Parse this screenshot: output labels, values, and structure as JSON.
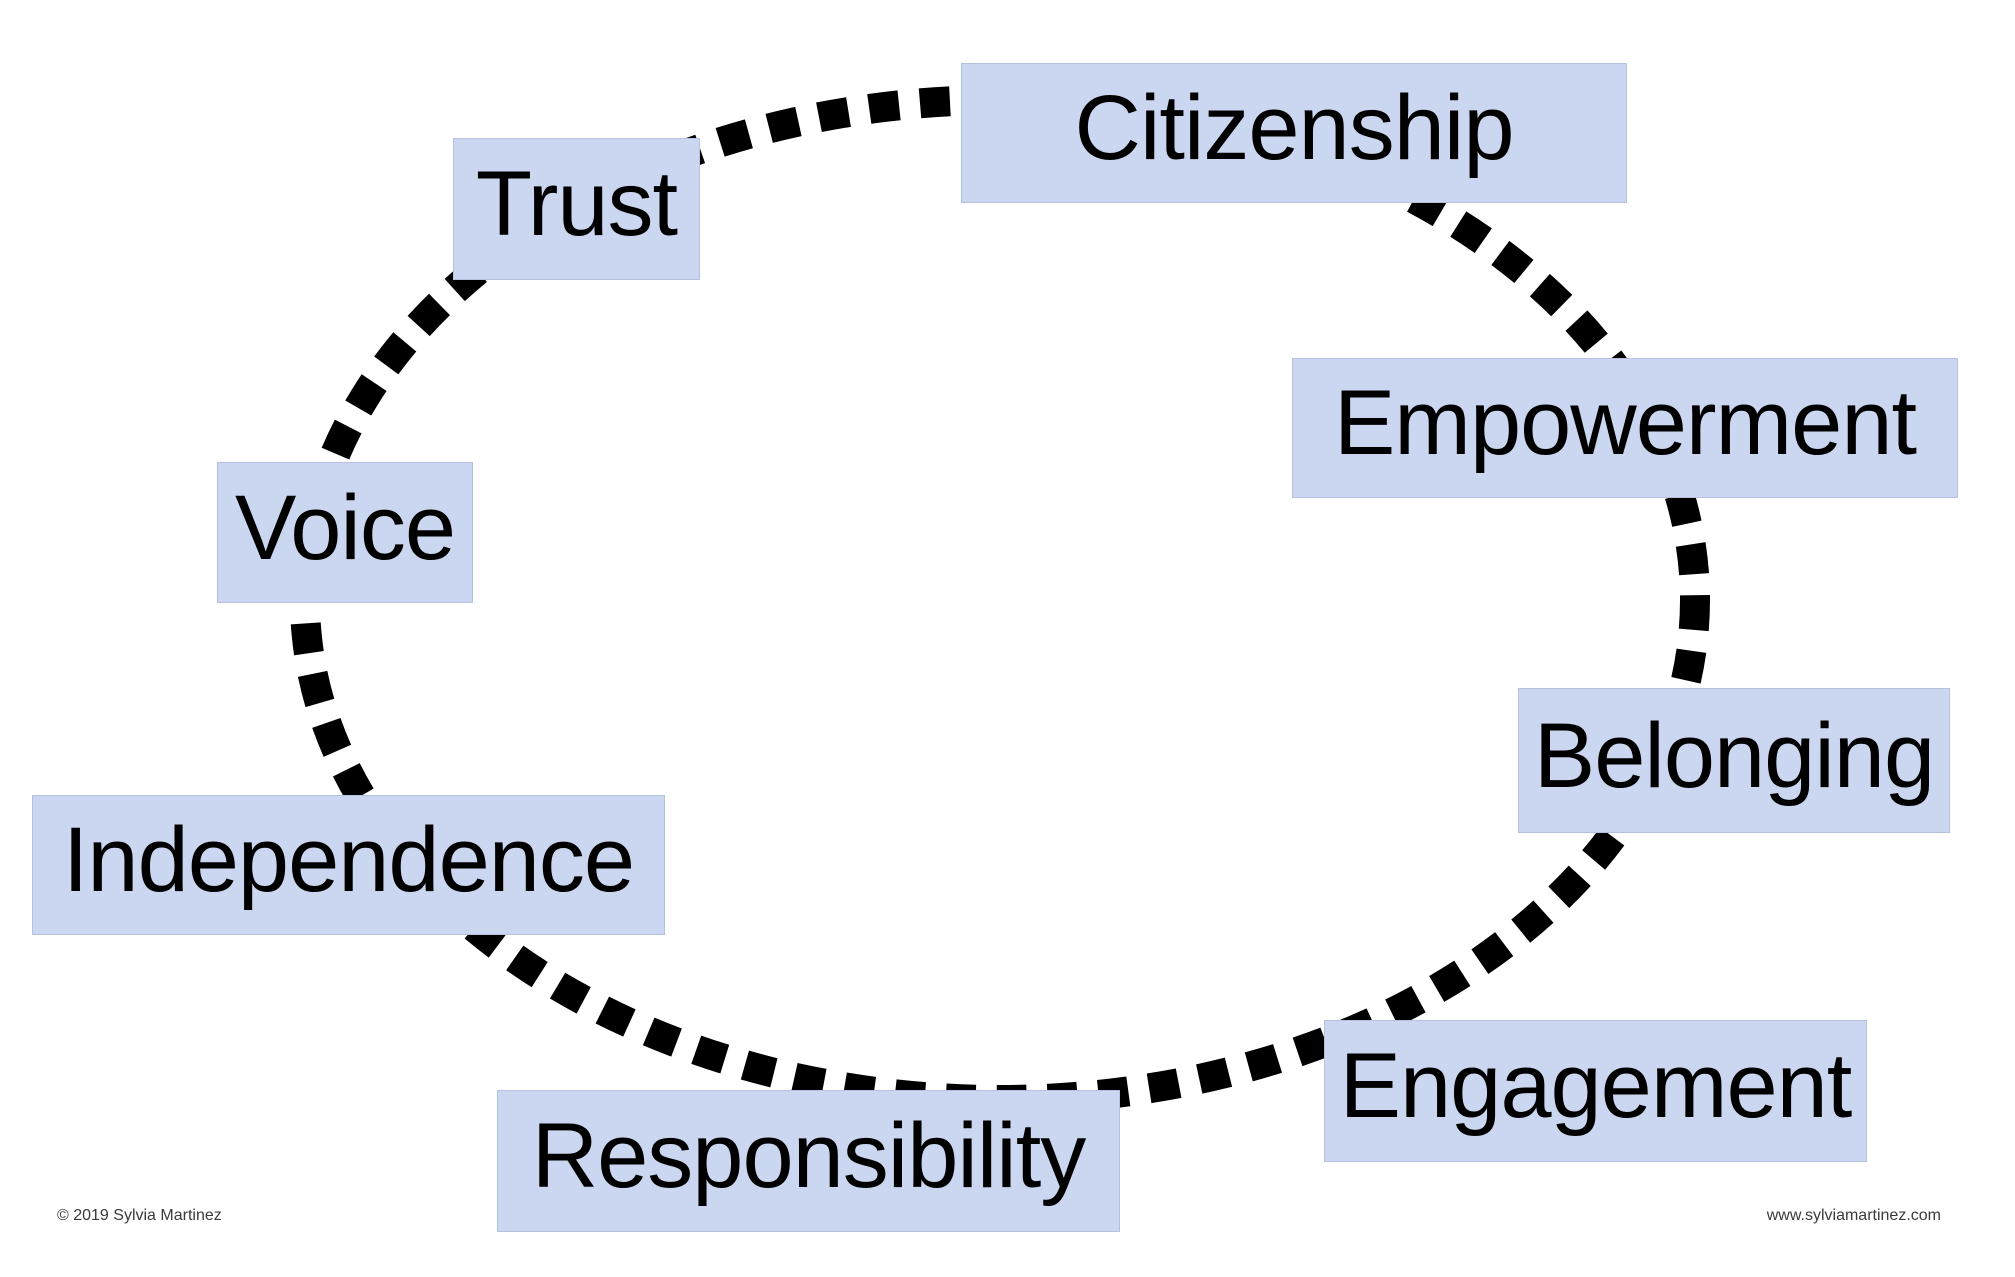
{
  "diagram": {
    "type": "cycle",
    "concepts": [
      {
        "id": "citizenship",
        "label": "Citizenship"
      },
      {
        "id": "trust",
        "label": "Trust"
      },
      {
        "id": "empowerment",
        "label": "Empowerment"
      },
      {
        "id": "voice",
        "label": "Voice"
      },
      {
        "id": "belonging",
        "label": "Belonging"
      },
      {
        "id": "independence",
        "label": "Independence"
      },
      {
        "id": "engagement",
        "label": "Engagement"
      },
      {
        "id": "responsibility",
        "label": "Responsibility"
      }
    ],
    "colors": {
      "background": "#ffffff",
      "box_fill": "#cbd7f0",
      "dash": "#000000",
      "text": "#000000"
    }
  },
  "footer": {
    "copyright": "© 2019 Sylvia Martinez",
    "website": "www.sylviamartinez.com"
  }
}
